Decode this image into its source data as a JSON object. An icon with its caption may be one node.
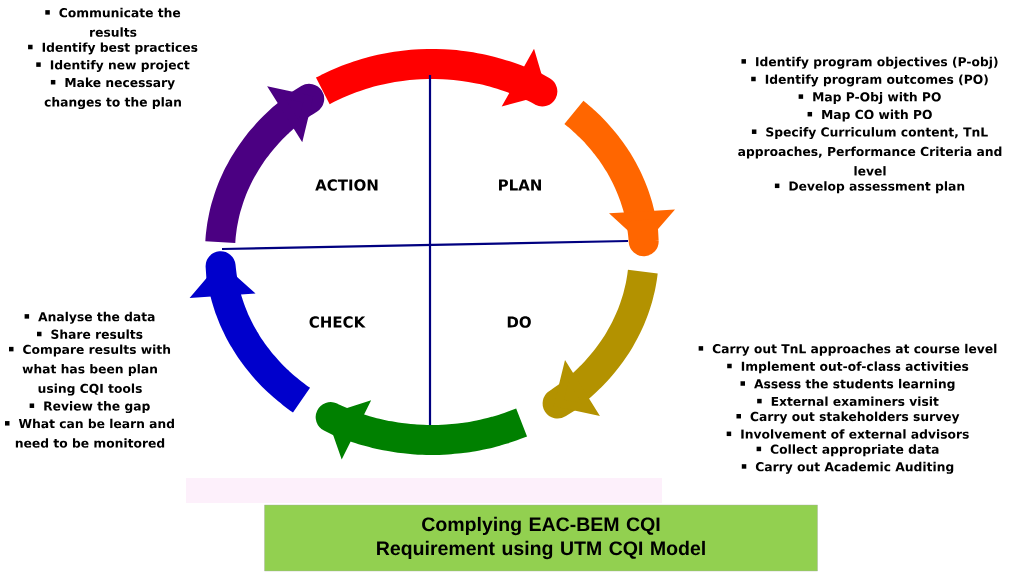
{
  "diagram": {
    "nodes": [
      {
        "text": [
          "Complying EAC-BEM CQI Requirement using UTM CQI Model"
        ]
      }
    ],
    "labels": [
      "Communicate the results",
      "Identify best practices",
      "Identify new project",
      "Make necessary changes to the plan",
      "Identify program objectives (P-obj)",
      "Identify program outcomes (PO)",
      "Map P-Obj with PO",
      "Map CO with PO",
      "Specify Curriculum content, TnL approaches, Performance Criteria and level",
      "Develop assessment plan",
      "ACTION",
      "PLAN",
      "CHECK",
      "DO",
      "Analyse the data",
      "Share results",
      "Compare results with what has been plan using CQI tools",
      "Review the gap",
      "What can be learn and need to be monitored",
      "Carry out TnL approaches at course level",
      "Implement out-of-class activities",
      "Assess the students learning",
      "External examiners visit",
      "Carry out stakeholders survey",
      "Involvement of external advisors",
      "Collect appropriate data",
      "Carry out Academic Auditing"
    ]
  }
}
